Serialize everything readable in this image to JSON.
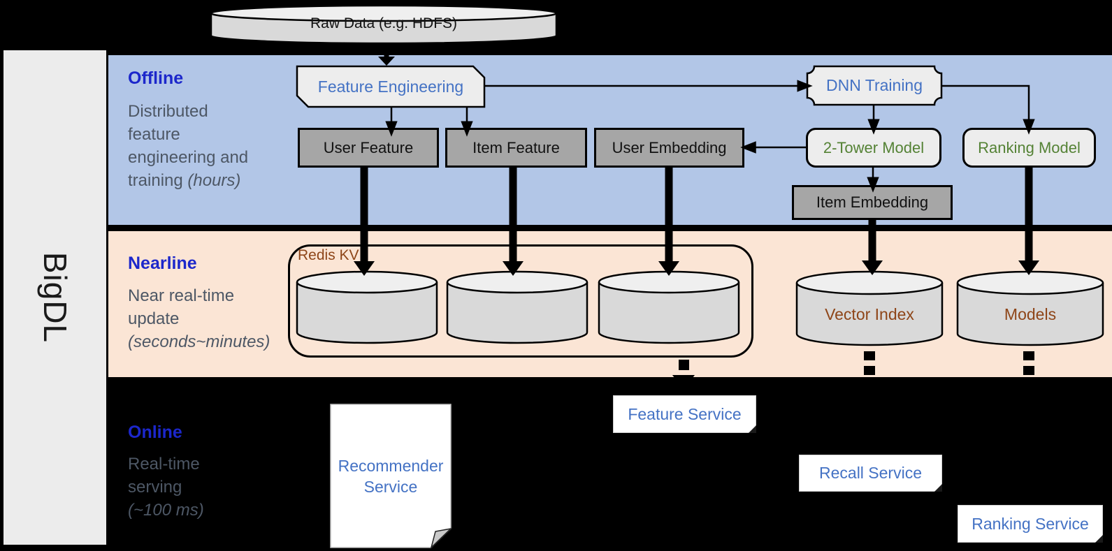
{
  "sidebar": {
    "brand": "BigDL"
  },
  "source": {
    "raw_data": "Raw Data (e.g. HDFS)"
  },
  "sections": {
    "offline": {
      "title": "Offline",
      "subtitle": "Distributed\nfeature\nengineering and\ntraining ",
      "subtitle_italic": "(hours)"
    },
    "nearline": {
      "title": "Nearline",
      "subtitle": "Near real-time\nupdate\n",
      "subtitle_italic": "(seconds~minutes)"
    },
    "online": {
      "title": "Online",
      "subtitle": "Real-time\nserving\n",
      "subtitle_italic": "(~100 ms)"
    }
  },
  "nodes": {
    "feature_engineering": "Feature Engineering",
    "user_feature": "User Feature",
    "item_feature": "Item Feature",
    "user_embedding": "User Embedding",
    "dnn_training": "DNN Training",
    "two_tower_model": "2-Tower Model",
    "ranking_model": "Ranking Model",
    "item_embedding": "Item Embedding",
    "redis_kv": "Redis KV",
    "vector_index": "Vector Index",
    "models": "Models",
    "recommender_service": "Recommender Service",
    "feature_service": "Feature Service",
    "recall_service": "Recall Service",
    "ranking_service": "Ranking Service"
  },
  "colors": {
    "background": "#000000",
    "offline_band": "#B2C6E7",
    "nearline_band": "#FBE5D5",
    "section_title_blue": "#1C27CB",
    "section_subtitle_gray": "#4D5765",
    "node_text_blue": "#4472C4",
    "node_text_green": "#548235",
    "storage_text_brown": "#8E4518",
    "gray_box_fill": "#A6A6A6",
    "light_box_fill": "#EDEDED",
    "cylinder_body_fill": "#D9D9D9",
    "cylinder_top_fill": "#EFEFEF",
    "sidebar_fill": "#ECECEC"
  }
}
